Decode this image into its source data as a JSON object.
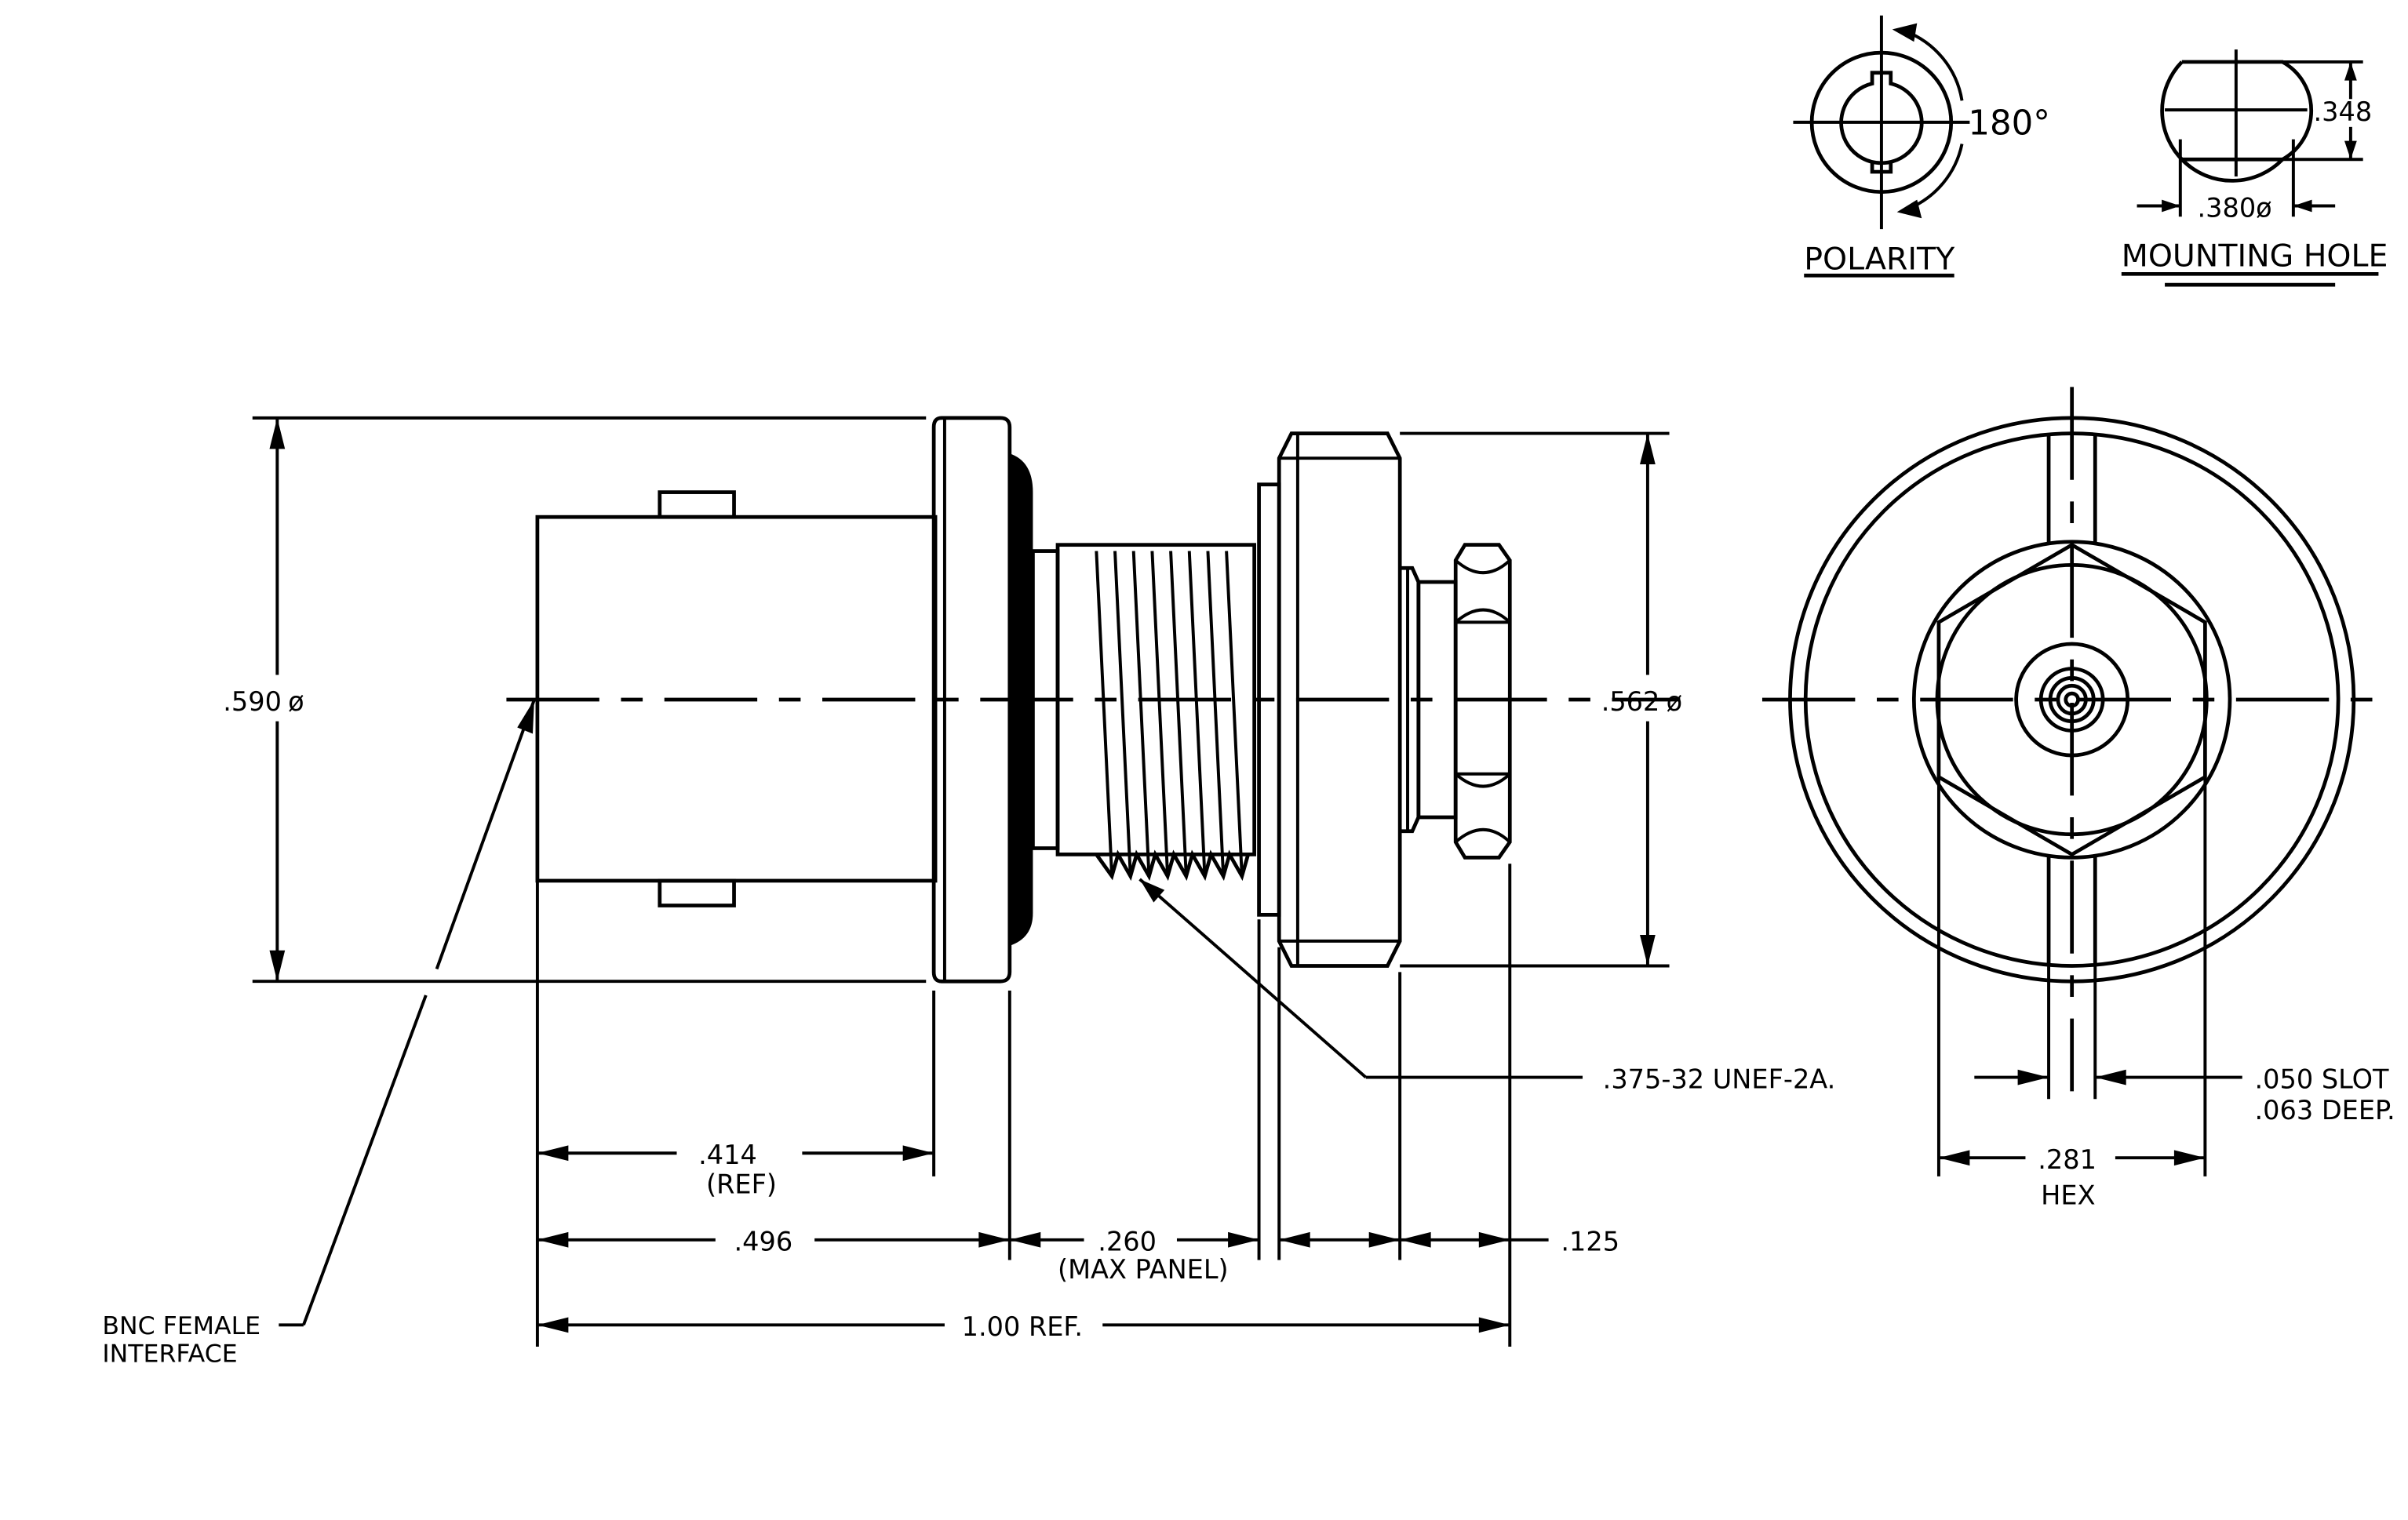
{
  "views": {
    "polarity": {
      "title": "POLARITY",
      "angle_label": "180°"
    },
    "mounting_hole": {
      "title": "MOUNTING HOLE",
      "flat_label": ".348",
      "diameter_label": ".380ø"
    }
  },
  "side_view": {
    "body_diameter_label": ".590",
    "thread_diameter_label": ".562",
    "diameter_symbol": "ø",
    "thread_callout": ".375-32 UNEF-2A.",
    "interface_label_line1": "BNC FEMALE",
    "interface_label_line2": "INTERFACE",
    "dim_414": ".414",
    "dim_414_note": "(REF)",
    "dim_496": ".496",
    "dim_260": ".260",
    "dim_260_note": "(MAX PANEL)",
    "dim_125": ".125",
    "dim_overall": "1.00 REF."
  },
  "end_view": {
    "slot_line1": ".050 SLOT",
    "slot_line2": ".063 DEEP.",
    "hex_dim": ".281",
    "hex_label": "HEX"
  }
}
